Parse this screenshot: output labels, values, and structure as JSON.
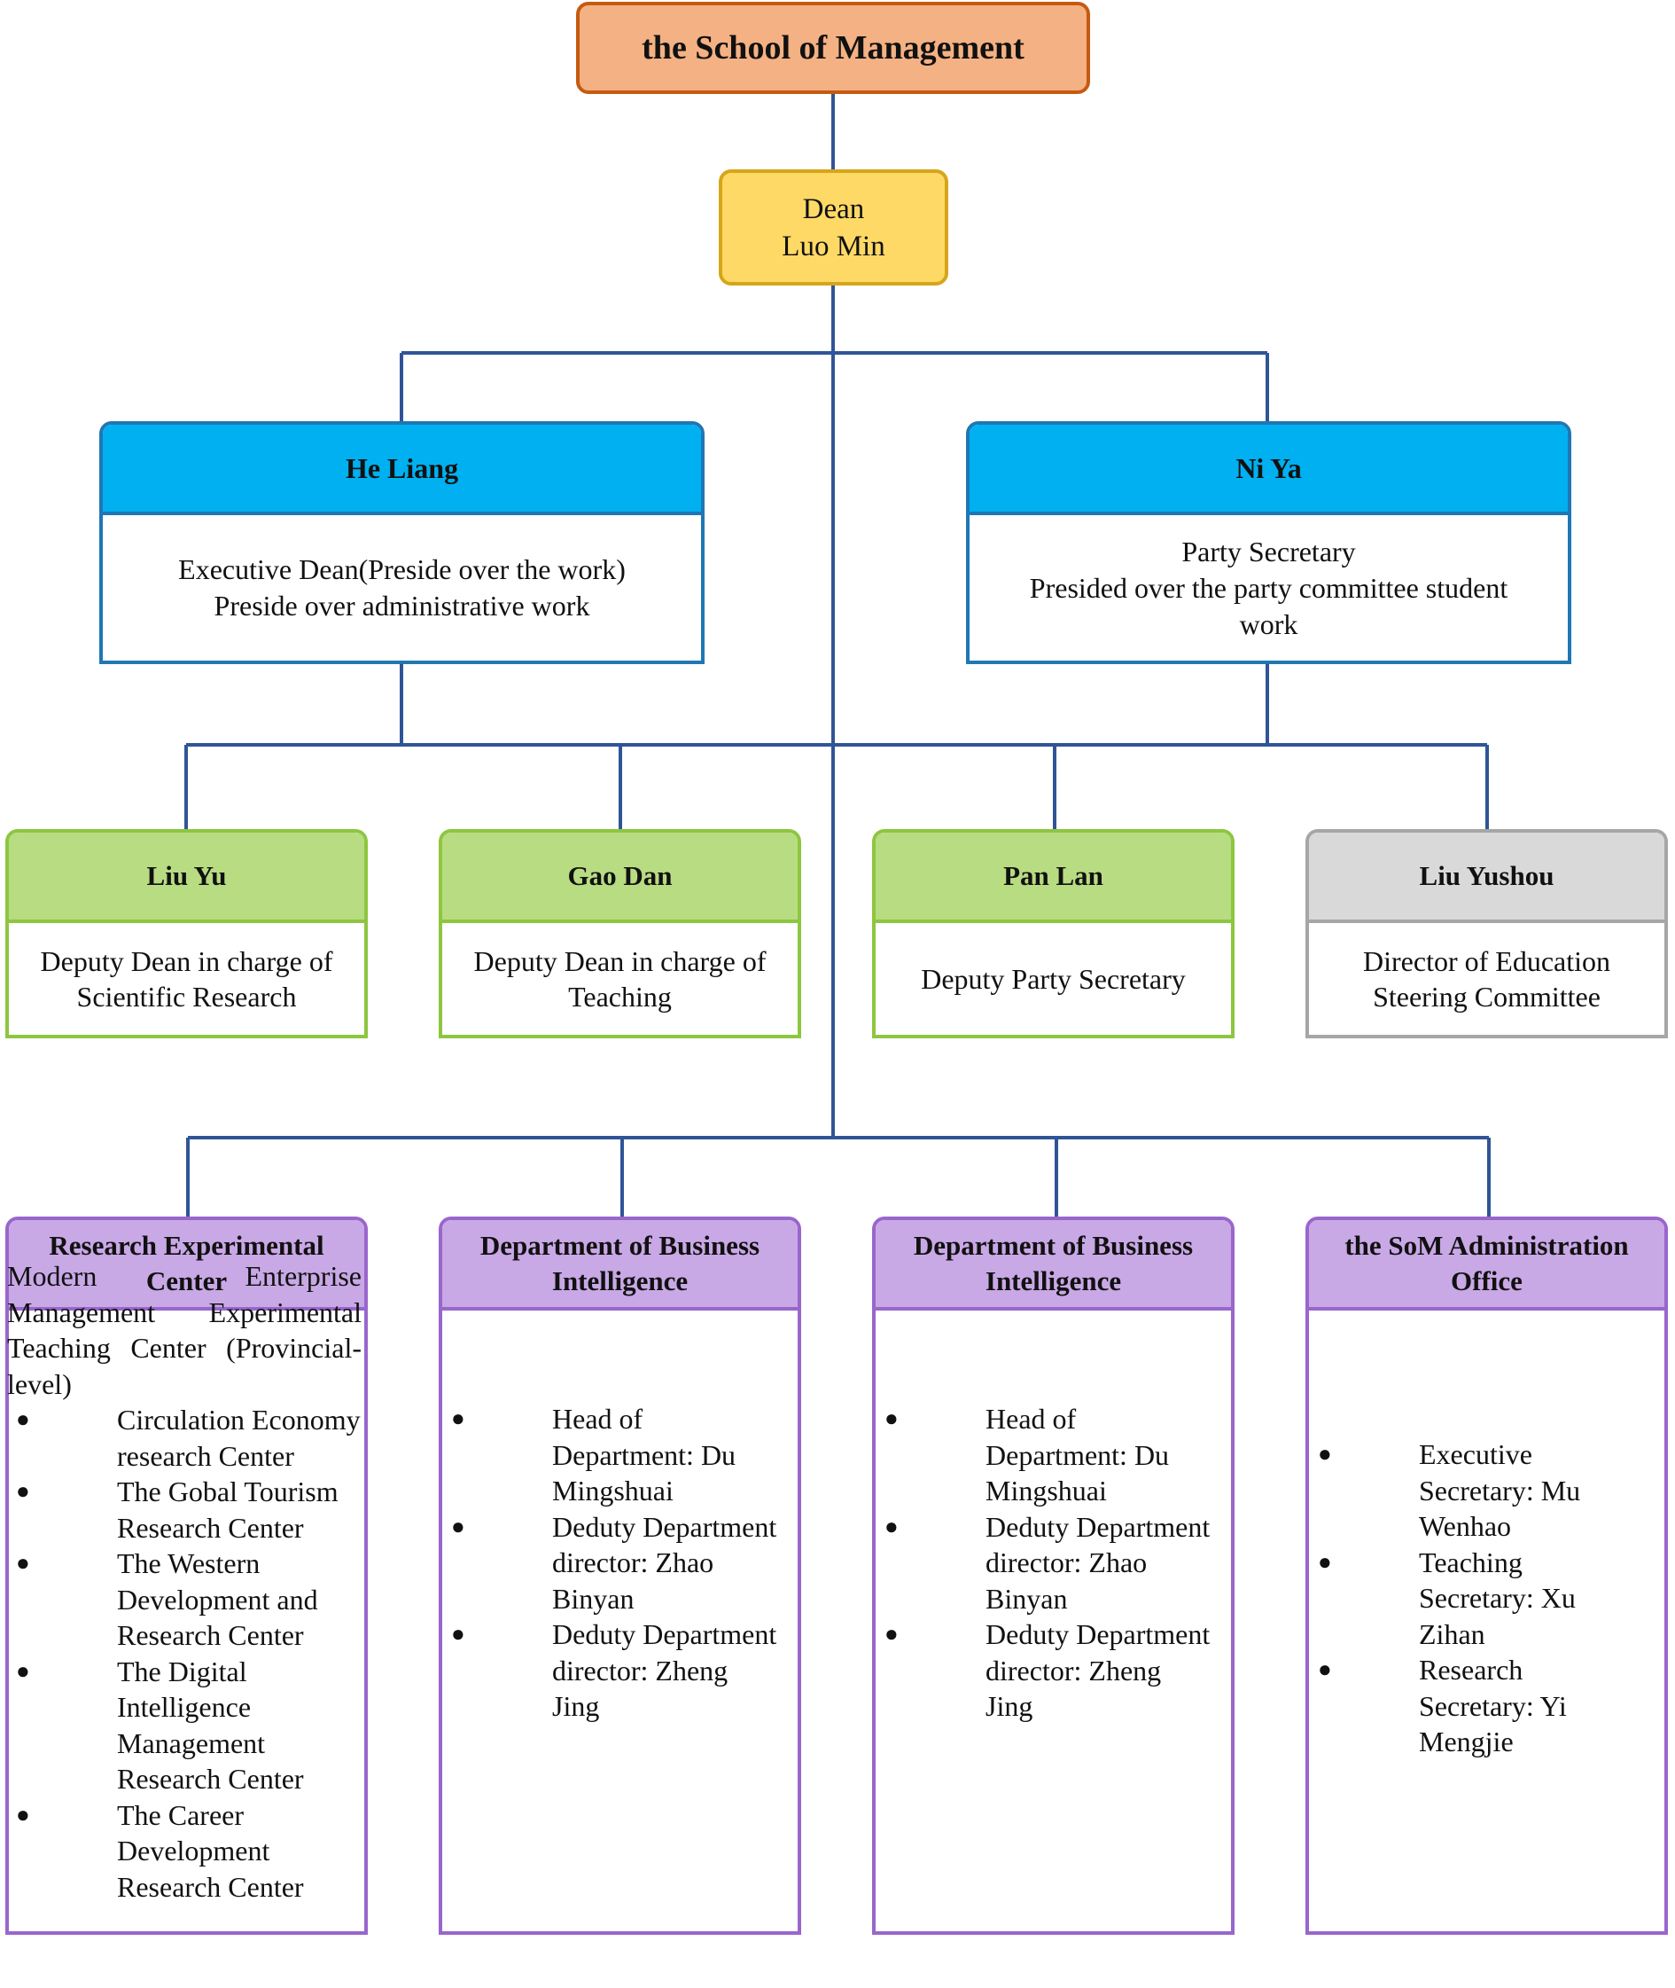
{
  "root": {
    "title": "the School of Management"
  },
  "dean": {
    "role": "Dean",
    "name": "Luo Min"
  },
  "executives": [
    {
      "name": "He Liang",
      "lines": [
        "Executive Dean(Preside over the work)",
        "Preside over administrative work"
      ]
    },
    {
      "name": "Ni Ya",
      "lines": [
        "Party Secretary",
        "Presided over the party committee student",
        "work"
      ]
    }
  ],
  "deputies": [
    {
      "name": "Liu Yu",
      "lines": [
        "Deputy Dean in charge of",
        "Scientific Research"
      ]
    },
    {
      "name": "Gao Dan",
      "lines": [
        "Deputy Dean in charge of",
        "Teaching"
      ]
    },
    {
      "name": "Pan Lan",
      "lines": [
        "Deputy Party Secretary"
      ]
    },
    {
      "name": "Liu Yushou",
      "lines": [
        "Director of Education",
        "Steering Committee"
      ]
    }
  ],
  "units": [
    {
      "title": "Research Experimental Center",
      "intro": "Modern Enterprise Management Experimental Teaching Center (Provincial-level)",
      "items": [
        "Circulation Economy research Center",
        "The Gobal Tourism Research Center",
        "The Western Development and Research Center",
        "The Digital Intelligence Management Research Center",
        "The Career Development Research Center"
      ]
    },
    {
      "title": "Department of Business Intelligence",
      "items": [
        "Head of Department: Du Mingshuai",
        "Deduty Department director: Zhao Binyan",
        "Deduty Department director: Zheng Jing"
      ]
    },
    {
      "title": "Department of Business Intelligence",
      "items": [
        "Head of Department: Du Mingshuai",
        "Deduty Department director: Zhao Binyan",
        "Deduty Department director: Zheng Jing"
      ]
    },
    {
      "title": "the SoM Administration Office",
      "items": [
        "Executive Secretary: Mu Wenhao",
        "Teaching Secretary: Xu Zihan",
        "Research Secretary: Yi Mengjie"
      ]
    }
  ],
  "colors": {
    "connector": "#2f5597",
    "root_fill": "#f4b183",
    "dean_fill": "#ffd966",
    "executive_header": "#00b0f0",
    "deputy_header": "#b8dc82",
    "director_header": "#d9d9d9",
    "unit_header": "#c9a8e6"
  }
}
